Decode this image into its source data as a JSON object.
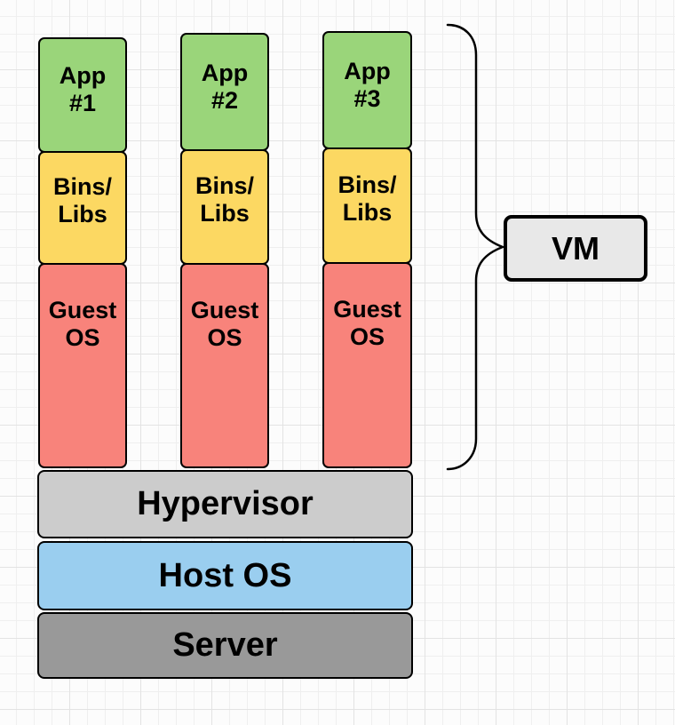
{
  "diagram": {
    "title": "virtualization-stack-diagram",
    "background": {
      "base_color": "#FCFCFC",
      "grid_minor_color": "#EFEFEF",
      "grid_major_color": "#E3E3E3"
    },
    "columns": [
      {
        "segments": [
          {
            "id": "app-1",
            "lines": [
              "App",
              "#1"
            ],
            "color": "#9AD57A"
          },
          {
            "id": "bins-libs-1",
            "lines": [
              "Bins/",
              "Libs"
            ],
            "color": "#FCD862"
          },
          {
            "id": "guest-os-1",
            "lines": [
              "Guest",
              "OS"
            ],
            "color": "#F8837B"
          }
        ]
      },
      {
        "segments": [
          {
            "id": "app-2",
            "lines": [
              "App",
              "#2"
            ],
            "color": "#9AD57A"
          },
          {
            "id": "bins-libs-2",
            "lines": [
              "Bins/",
              "Libs"
            ],
            "color": "#FCD862"
          },
          {
            "id": "guest-os-2",
            "lines": [
              "Guest",
              "OS"
            ],
            "color": "#F8837B"
          }
        ]
      },
      {
        "segments": [
          {
            "id": "app-3",
            "lines": [
              "App",
              "#3"
            ],
            "color": "#9AD57A"
          },
          {
            "id": "bins-libs-3",
            "lines": [
              "Bins/",
              "Libs"
            ],
            "color": "#FCD862"
          },
          {
            "id": "guest-os-3",
            "lines": [
              "Guest",
              "OS"
            ],
            "color": "#F8837B"
          }
        ]
      }
    ],
    "layers": [
      {
        "label": "Hypervisor",
        "color": "#CCCCCC"
      },
      {
        "label": "Host OS",
        "color": "#9ACEEF"
      },
      {
        "label": "Server",
        "color": "#999999"
      }
    ],
    "vm_callout": {
      "label": "VM",
      "fill": "#E8E8E8",
      "border_color": "#000000",
      "brace_color": "#000000"
    }
  }
}
